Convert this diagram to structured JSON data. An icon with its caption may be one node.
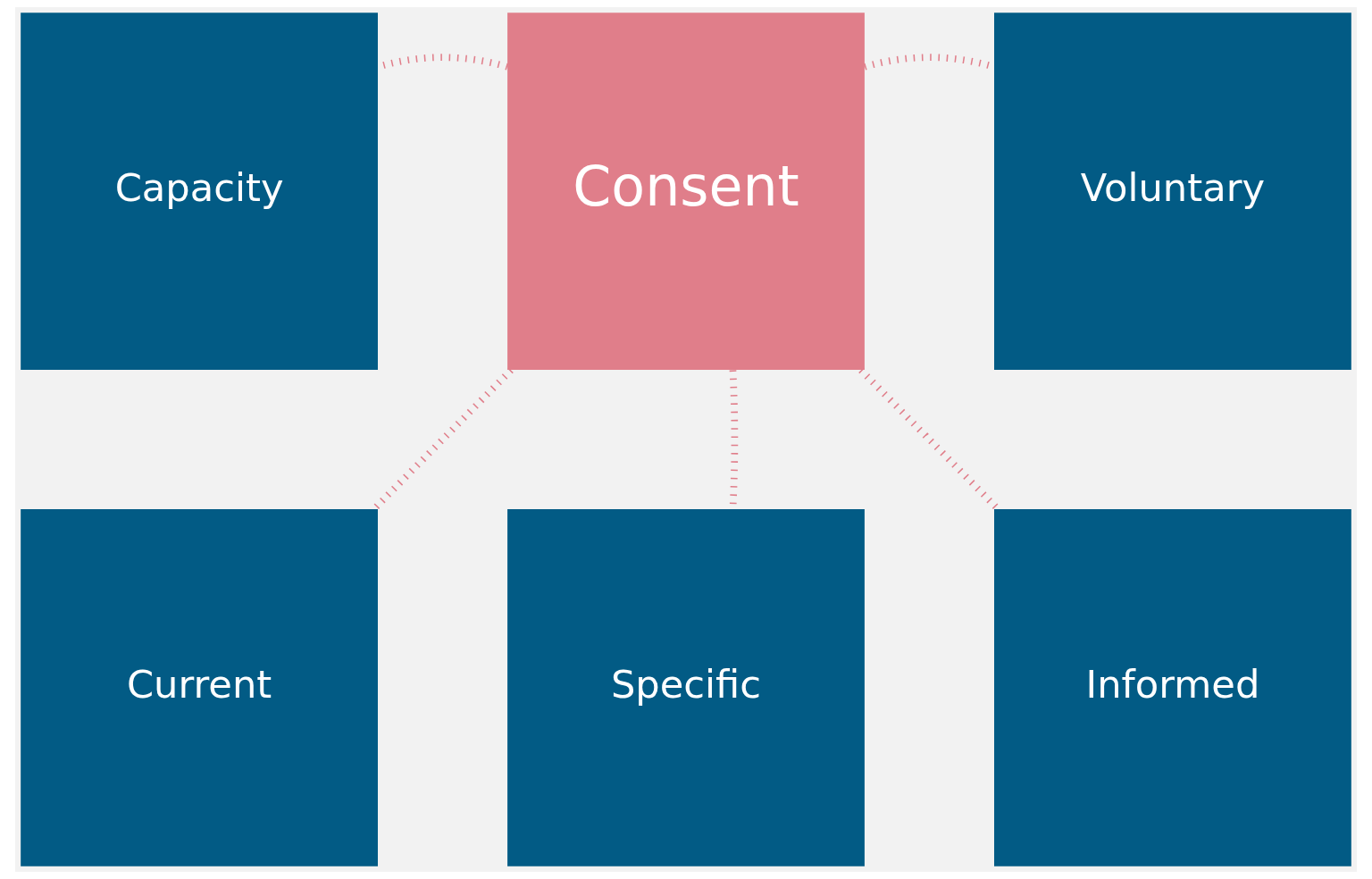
{
  "diagram": {
    "nodes": [
      {
        "text": [
          "Capacity"
        ]
      },
      {
        "text": [
          "Consent"
        ]
      },
      {
        "text": [
          "Voluntary"
        ]
      },
      {
        "text": [
          "Current"
        ]
      },
      {
        "text": [
          "Specific"
        ]
      },
      {
        "text": [
          "Informed"
        ]
      }
    ],
    "edges": [
      {
        "from": 1,
        "to": 0,
        "arrow": "none"
      },
      {
        "from": 1,
        "to": 2,
        "arrow": "none"
      },
      {
        "from": 1,
        "to": 3,
        "arrow": "none"
      },
      {
        "from": 1,
        "to": 4,
        "arrow": "none"
      },
      {
        "from": 1,
        "to": 5,
        "arrow": "none"
      }
    ]
  }
}
